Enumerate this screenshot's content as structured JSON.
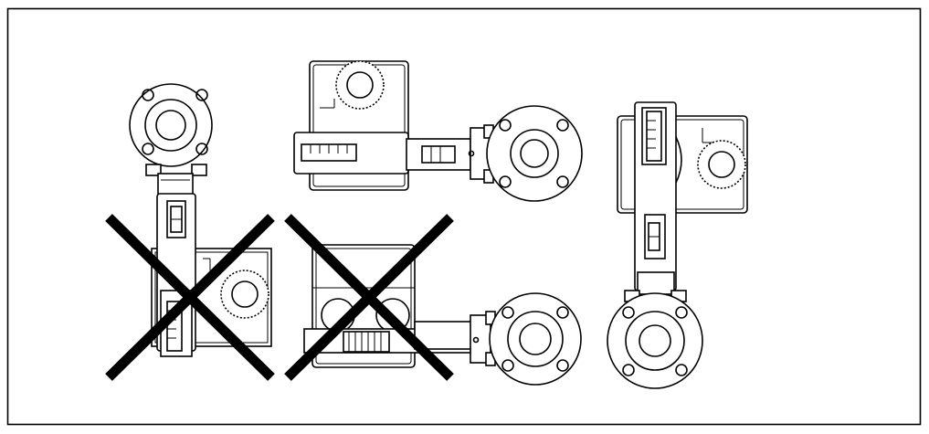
{
  "figure": {
    "frame_color": "#000000",
    "background_color": "#ffffff",
    "orientations": [
      {
        "id": "vertical-flange-top",
        "allowed": false
      },
      {
        "id": "horizontal-flange-right-display-up",
        "allowed": true
      },
      {
        "id": "vertical-flange-bottom",
        "allowed": true
      },
      {
        "id": "horizontal-flange-right-display-down",
        "allowed": false
      }
    ],
    "mark_icon": "x-cross-icon"
  }
}
